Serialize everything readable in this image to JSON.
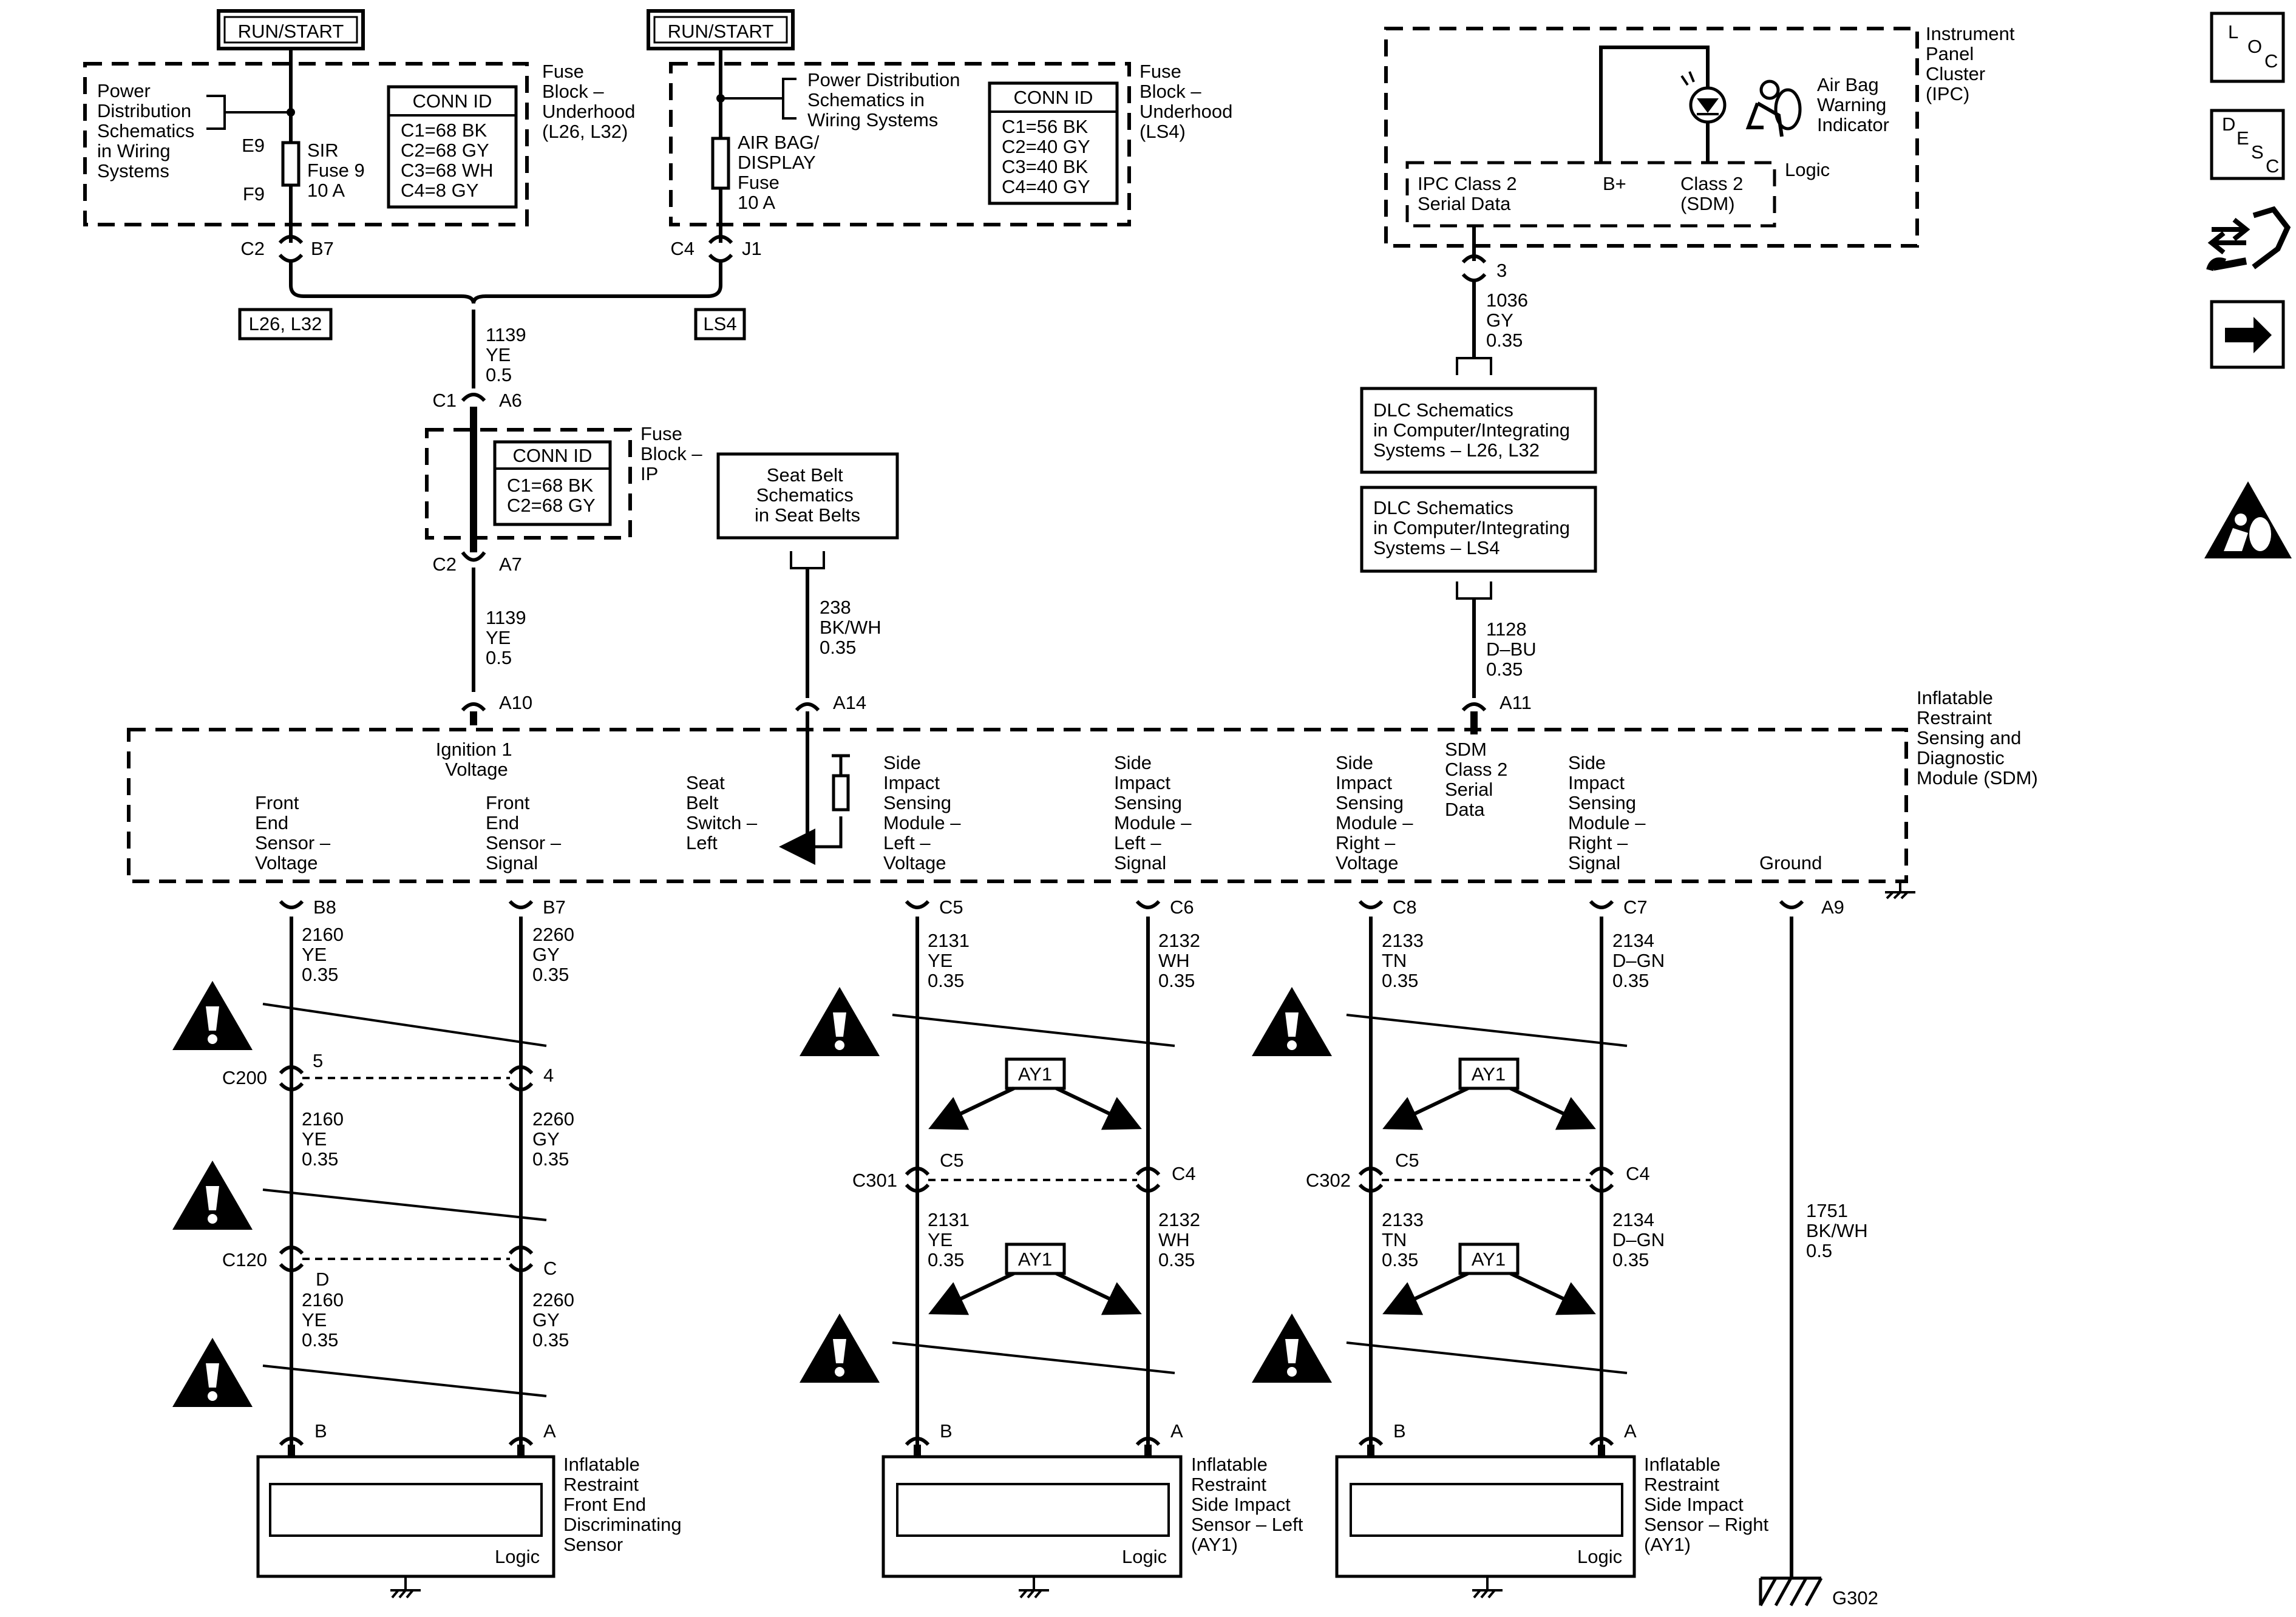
{
  "run_start": [
    "RUN/START",
    "RUN/START"
  ],
  "fuse_block_left": {
    "title": [
      "Fuse",
      "Block –",
      "Underhood",
      "(L26, L32)"
    ],
    "power_dist": [
      "Power",
      "Distribution",
      "Schematics",
      "in Wiring",
      "Systems"
    ],
    "fuse_label": [
      "SIR",
      "Fuse 9",
      "10 A"
    ],
    "pins": [
      "E9",
      "F9"
    ],
    "conn_id_title": "CONN ID",
    "conn_id": [
      "C1=68 BK",
      "C2=68 GY",
      "C3=68 WH",
      "C4=8 GY"
    ],
    "conn": [
      "C2",
      "B7"
    ]
  },
  "fuse_block_right": {
    "title": [
      "Fuse",
      "Block –",
      "Underhood",
      "(LS4)"
    ],
    "power_dist": [
      "Power Distribution",
      "Schematics in",
      "Wiring Systems"
    ],
    "fuse_label": [
      "AIR BAG/",
      "DISPLAY",
      "Fuse",
      "10 A"
    ],
    "conn_id_title": "CONN ID",
    "conn_id": [
      "C1=56 BK",
      "C2=40 GY",
      "C3=40 BK",
      "C4=40 GY"
    ],
    "conn": [
      "C4",
      "J1"
    ]
  },
  "option_tags": [
    "L26, L32",
    "LS4"
  ],
  "ipc": {
    "title": [
      "Instrument",
      "Panel",
      "Cluster",
      "(IPC)"
    ],
    "indicator": [
      "Air Bag",
      "Warning",
      "Indicator"
    ],
    "class2": [
      "IPC Class 2",
      "Serial Data"
    ],
    "bplus": "B+",
    "class2_sdm": [
      "Class 2",
      "(SDM)"
    ],
    "logic": "Logic",
    "pin": "3"
  },
  "dlc": {
    "box1": [
      "DLC Schematics",
      "in Computer/Integrating",
      "Systems – L26, L32"
    ],
    "box2": [
      "DLC Schematics",
      "in Computer/Integrating",
      "Systems – LS4"
    ]
  },
  "fuse_block_ip": {
    "title": [
      "Fuse",
      "Block –",
      "IP"
    ],
    "conn_id_title": "CONN ID",
    "conn_id": [
      "C1=68 BK",
      "C2=68 GY"
    ],
    "conn_top": [
      "C1",
      "A6"
    ],
    "conn_bottom": [
      "C2",
      "A7"
    ]
  },
  "seat_belt_box": [
    "Seat Belt",
    "Schematics",
    "in Seat Belts"
  ],
  "wires": {
    "w1139a": [
      "1139",
      "YE",
      "0.5"
    ],
    "w1139b": [
      "1139",
      "YE",
      "0.5"
    ],
    "w238": [
      "238",
      "BK/WH",
      "0.35"
    ],
    "w1036": [
      "1036",
      "GY",
      "0.35"
    ],
    "w1128": [
      "1128",
      "D–BU",
      "0.35"
    ],
    "w2160": [
      "2160",
      "YE",
      "0.35"
    ],
    "w2260": [
      "2260",
      "GY",
      "0.35"
    ],
    "w2131": [
      "2131",
      "YE",
      "0.35"
    ],
    "w2132": [
      "2132",
      "WH",
      "0.35"
    ],
    "w2133": [
      "2133",
      "TN",
      "0.35"
    ],
    "w2134": [
      "2134",
      "D–GN",
      "0.35"
    ],
    "w1751": [
      "1751",
      "BK/WH",
      "0.5"
    ]
  },
  "sdm": {
    "title": [
      "Inflatable",
      "Restraint",
      "Sensing and",
      "Diagnostic",
      "Module (SDM)"
    ],
    "pins_top": [
      "A10",
      "A14",
      "A11"
    ],
    "ignition": [
      "Ignition 1",
      "Voltage"
    ],
    "seat_belt_switch": [
      "Seat",
      "Belt",
      "Switch –",
      "Left"
    ],
    "class2": [
      "SDM",
      "Class 2",
      "Serial",
      "Data"
    ],
    "fe_voltage": [
      "Front",
      "End",
      "Sensor –",
      "Voltage"
    ],
    "fe_signal": [
      "Front",
      "End",
      "Sensor –",
      "Signal"
    ],
    "sis_l_voltage": [
      "Side",
      "Impact",
      "Sensing",
      "Module –",
      "Left –",
      "Voltage"
    ],
    "sis_l_signal": [
      "Side",
      "Impact",
      "Sensing",
      "Module –",
      "Left –",
      "Signal"
    ],
    "sis_r_voltage": [
      "Side",
      "Impact",
      "Sensing",
      "Module –",
      "Right –",
      "Voltage"
    ],
    "sis_r_signal": [
      "Side",
      "Impact",
      "Sensing",
      "Module –",
      "Right –",
      "Signal"
    ],
    "ground": "Ground",
    "pins_bottom": [
      "B8",
      "B7",
      "C5",
      "C6",
      "C8",
      "C7",
      "A9"
    ]
  },
  "inline_connectors": {
    "c200": {
      "name": "C200",
      "pins": [
        "5",
        "4"
      ]
    },
    "c120": {
      "name": "C120",
      "pins": [
        "D",
        "C"
      ]
    },
    "c301": {
      "name": "C301",
      "pins": [
        "C5",
        "C4"
      ]
    },
    "c302": {
      "name": "C302",
      "pins": [
        "C5",
        "C4"
      ]
    }
  },
  "ay1": "AY1",
  "sensors": {
    "front": {
      "label": [
        "Inflatable",
        "Restraint",
        "Front End",
        "Discriminating",
        "Sensor"
      ],
      "pins": [
        "B",
        "A"
      ],
      "logic": "Logic"
    },
    "left": {
      "label": [
        "Inflatable",
        "Restraint",
        "Side Impact",
        "Sensor – Left",
        "(AY1)"
      ],
      "pins": [
        "B",
        "A"
      ],
      "logic": "Logic"
    },
    "right": {
      "label": [
        "Inflatable",
        "Restraint",
        "Side Impact",
        "Sensor – Right",
        "(AY1)"
      ],
      "pins": [
        "B",
        "A"
      ],
      "logic": "Logic"
    }
  },
  "ground_ref": "G302",
  "side_icons": [
    {
      "name": "loc-icon",
      "letters": [
        "L",
        "O",
        "C"
      ]
    },
    {
      "name": "desc-icon",
      "letters": [
        "D",
        "E",
        "S",
        "C"
      ]
    },
    {
      "name": "connector-tools-icon"
    },
    {
      "name": "next-arrow-icon"
    },
    {
      "name": "airbag-caution-icon"
    }
  ]
}
